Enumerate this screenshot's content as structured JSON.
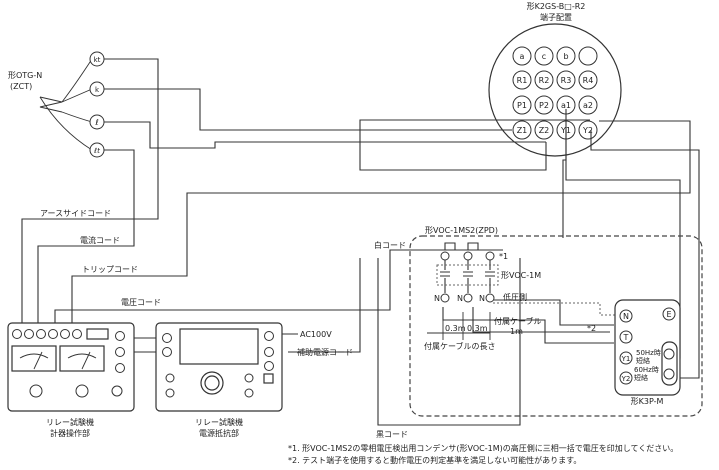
{
  "socket": {
    "title_line1": "形K2GS-B□-R2",
    "title_line2": "端子配置",
    "pins": [
      "a",
      "c",
      "b",
      "R1",
      "R2",
      "R3",
      "R4",
      "P1",
      "P2",
      "a1",
      "a2",
      "Z1",
      "Z2",
      "Y1",
      "Y2"
    ]
  },
  "zct": {
    "label_line1": "形OTG-N",
    "label_line2": "(ZCT)",
    "terminals": [
      "kt",
      "k",
      "ℓ",
      "ℓt"
    ]
  },
  "cables": {
    "earth_side": "アースサイドコード",
    "current": "電流コード",
    "trip": "トリップコード",
    "voltage": "電圧コード",
    "aux_power": "補助電源コード",
    "white": "白コード",
    "black": "黒コード",
    "ac100v": "AC100V"
  },
  "zpd": {
    "title": "形VOC-1MS2(ZPD)",
    "capacitor_label": "形VOC-1M",
    "low_side": "低圧側",
    "star1": "*1",
    "star2": "*2",
    "n_label": "N",
    "cable_attached": "付属ケーブル",
    "cable_1m": "1m",
    "len_a": "0.3m",
    "len_b": "0.3m",
    "cable_length": "付属ケーブルの長さ"
  },
  "relay": {
    "title": "形K3P-M",
    "terminals": [
      "N",
      "T",
      "Y1",
      "Y2",
      "E"
    ],
    "short_50_line1": "50Hz時",
    "short_50_line2": "短絡",
    "short_60_line1": "60Hz時",
    "short_60_line2": "短絡"
  },
  "tester1": {
    "label_line1": "リレー試験機",
    "label_line2": "計器操作部"
  },
  "tester2": {
    "label_line1": "リレー試験機",
    "label_line2": "電源抵抗部"
  },
  "notes": [
    "*1. 形VOC-1MS2の零相電圧検出用コンデンサ(形VOC-1M)の高圧側に三相一括で電圧を印加してください。",
    "*2. テスト端子を使用すると動作電圧の判定基準を満足しない可能性があります。"
  ]
}
